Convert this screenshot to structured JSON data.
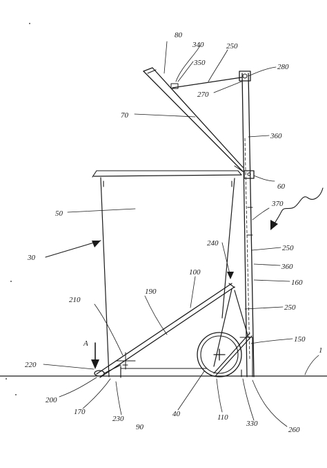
{
  "figure": {
    "labels": {
      "l80": "80",
      "l340": "340",
      "l250_top": "250",
      "l350": "350",
      "l280": "280",
      "l270": "270",
      "l70": "70",
      "l360_top": "360",
      "l60": "60",
      "l50": "50",
      "l370": "370",
      "l30": "30",
      "l240": "240",
      "l250_mid": "250",
      "l360_mid": "360",
      "l100": "100",
      "l160": "160",
      "l210": "210",
      "l190": "190",
      "l250_low": "250",
      "l150": "150",
      "lA": "A",
      "l220": "220",
      "l200": "200",
      "l170": "170",
      "l230": "230",
      "l90": "90",
      "l40": "40",
      "l110": "110",
      "l330": "330",
      "l260": "260",
      "l1": "1"
    }
  }
}
